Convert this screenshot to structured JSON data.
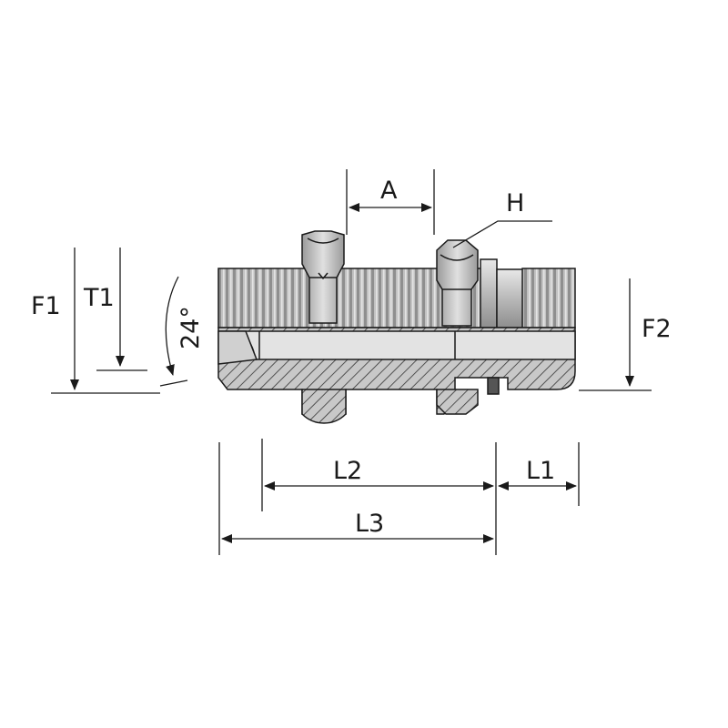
{
  "labels": {
    "a": "A",
    "h": "H",
    "f1": "F1",
    "t1": "T1",
    "angle": "24°",
    "f2": "F2",
    "l1": "L1",
    "l2": "L2",
    "l3": "L3"
  },
  "colors": {
    "line": "#1a1a1a",
    "metal_light": "#d9d9d9",
    "metal_mid": "#b0b0b0",
    "metal_dark": "#808080",
    "section_fill": "#c8c8c8",
    "bore_fill": "#e6e6e6",
    "hatch": "#333333"
  }
}
